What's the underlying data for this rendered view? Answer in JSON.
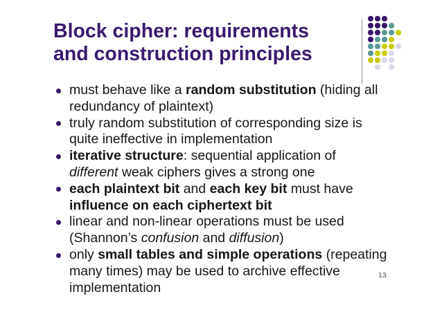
{
  "slide": {
    "title_lines": [
      "Block cipher: requirements",
      "and construction principles"
    ],
    "page_number": "13",
    "bullets": [
      {
        "segments": [
          {
            "text": "must behave like a ",
            "style": "regular"
          },
          {
            "text": "random substitution",
            "style": "bold"
          },
          {
            "text": " (hiding all redundancy of plaintext)",
            "style": "regular"
          }
        ]
      },
      {
        "segments": [
          {
            "text": "truly random substitution of corresponding size is quite ineffective in implementation",
            "style": "regular"
          }
        ]
      },
      {
        "segments": [
          {
            "text": "iterative structure",
            "style": "bold"
          },
          {
            "text": ": sequential application of ",
            "style": "regular"
          },
          {
            "text": "different",
            "style": "italic"
          },
          {
            "text": " weak ciphers gives a strong one",
            "style": "regular"
          }
        ]
      },
      {
        "segments": [
          {
            "text": "each plaintext bit",
            "style": "bold"
          },
          {
            "text": " and ",
            "style": "regular"
          },
          {
            "text": "each key bit",
            "style": "bold"
          },
          {
            "text": " must have ",
            "style": "regular"
          },
          {
            "text": "influence on each ciphertext bit",
            "style": "bold"
          }
        ]
      },
      {
        "segments": [
          {
            "text": "linear and non-linear operations must be used (Shannon’s ",
            "style": "regular"
          },
          {
            "text": "confusion",
            "style": "italic"
          },
          {
            "text": " and ",
            "style": "regular"
          },
          {
            "text": "diffusion",
            "style": "italic"
          },
          {
            "text": ")",
            "style": "regular"
          }
        ]
      },
      {
        "segments": [
          {
            "text": "only ",
            "style": "regular"
          },
          {
            "text": "small tables and simple operations",
            "style": "bold"
          },
          {
            "text": " (repeating many times) may be used to archive effective implementation",
            "style": "regular"
          }
        ]
      }
    ]
  },
  "decoration": {
    "dot_pattern_rows": [
      "PPP..",
      "PPPT.",
      "PPTTY",
      "PTTY.",
      "TTYYL",
      "TYYL.",
      "YYLL.",
      ".L.L."
    ],
    "dot_palette": {
      "P": "#371569",
      "T": "#5A9696",
      "Y": "#C8CD00",
      "L": "#D9D9EA"
    }
  },
  "theme": {
    "background": "#FFFFFF",
    "title_color": "#3A1A70",
    "body_text_color": "#161616",
    "bullet_color": "#371569",
    "divider_color": "#909090",
    "page_number_color": "#4A4A4A"
  }
}
